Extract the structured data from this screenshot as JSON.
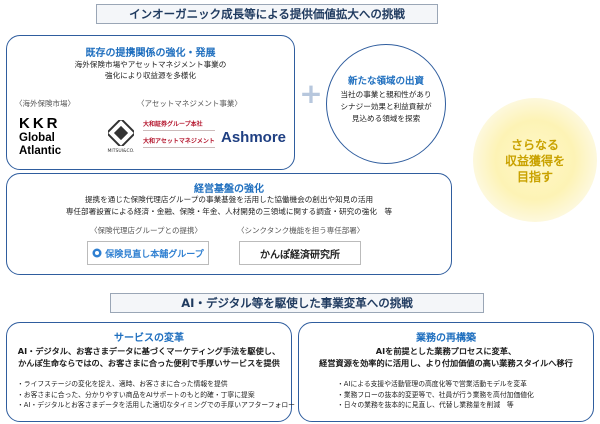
{
  "top_banner": "インオーガニック成長等による提供価値拡大への挑戦",
  "existing": {
    "title": "既存の提携関係の強化・発展",
    "line1": "海外保険市場やアセットマネジメント事業の",
    "line2": "強化により収益源を多様化",
    "tag_overseas": "〈海外保険市場〉",
    "tag_asset": "〈アセットマネジメント事業〉",
    "logo_kkr": "KKR",
    "logo_ga1": "Global",
    "logo_ga2": "Atlantic",
    "logo_mitsui_sub": "MITSUI&CO.",
    "logo_daiwa1": "大和証券グループ本社",
    "logo_daiwa2": "大和アセットマネジメント",
    "logo_ashmore": "Ashmore"
  },
  "plus": "+",
  "new_area": {
    "title": "新たな領域の出資",
    "line1": "当社の事業と親和性があり",
    "line2": "シナジー効果と利益貢献が",
    "line3": "見込める領域を探索"
  },
  "goal": {
    "line1": "さらなる",
    "line2": "収益獲得を",
    "line3": "目指す"
  },
  "management": {
    "title": "経営基盤の強化",
    "line1": "提携を通じた保険代理店グループの事業基盤を活用した協働機会の創出や知見の活用",
    "line2": "専任部署設置による経済・金融、保険・年金、人材開発の三領域に関する調査・研究の強化　等",
    "tag_agency": "〈保険代理店グループとの提携〉",
    "tag_thinktank": "〈シンクタンク機能を担う専任部署〉",
    "logo_hoken": "保険見直し本舗グループ",
    "logo_kanpo": "かんぽ経済研究所"
  },
  "bottom_banner": "AI・デジタル等を駆使した事業変革への挑戦",
  "service": {
    "title": "サービスの変革",
    "line1": "AI・デジタル、お客さまデータに基づくマーケティング手法を駆使し、",
    "line2": "かんぽ生命ならではの、お客さまに合った便利で手厚いサービスを提供",
    "bullets": [
      "・ライフステージの変化を捉え、適時、お客さまに合った情報を提供",
      "・お客さまに合った、分かりやすい商品をAIサポートのもと的確・丁寧に提案",
      "・AI・デジタルとお客さまデータを活用した適切なタイミングでの手厚いアフターフォロー　等"
    ]
  },
  "operations": {
    "title": "業務の再構築",
    "line1": "AIを前提とした業務プロセスに変革、",
    "line2": "経営資源を効率的に活用し、より付加価値の高い業務スタイルへ移行",
    "bullets": [
      "・AIによる支援や活動管理の高度化等で営業活動モデルを変革",
      "・業務フローの抜本的変更等で、社員が行う業務を高付加価値化",
      "・日々の業務を抜本的に見直し、代替し業務量を削減　等"
    ]
  },
  "colors": {
    "panel_border": "#2f5d9e",
    "heading_blue": "#1f6fbf",
    "goal_fill": "#fdf6c8",
    "goal_text": "#c9a200"
  }
}
